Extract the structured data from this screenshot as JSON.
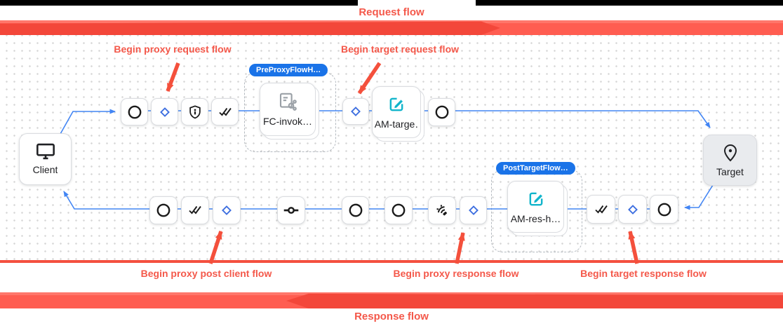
{
  "header": {
    "title": "Request flow"
  },
  "footer": {
    "title": "Response flow"
  },
  "annotations": {
    "proxy_request": "Begin proxy request flow",
    "target_request": "Begin target request flow",
    "proxy_post_client": "Begin proxy post client flow",
    "proxy_response": "Begin proxy response flow",
    "target_response": "Begin target response flow"
  },
  "flow": {
    "client_label": "Client",
    "target_label": "Target",
    "pre_proxy_hook_badge": "PreProxyFlowH…",
    "post_target_hook_badge": "PostTargetFlow…",
    "policies": {
      "fc_invoke": "FC-invok…",
      "am_target": "AM-targe…",
      "am_response": "AM-res-h…"
    },
    "icon_names": [
      "circle-step-icon",
      "flow-diamond-icon",
      "shield-verify-icon",
      "double-check-icon",
      "inline-node-icon",
      "signal-waves-icon",
      "flow-callout-icon",
      "edit-square-icon",
      "monitor-icon",
      "location-pin-icon"
    ]
  },
  "colors": {
    "annotation_red": "#f4584a",
    "band_red": "#ff5d51",
    "band_arrow_red": "#f3473a",
    "badge_blue": "#1a73e8",
    "wire_blue": "#4285f4",
    "diamond_blue": "#3e6fe0",
    "edit_teal": "#12b5cb",
    "node_border": "#dadce0",
    "target_fill": "#e9ebee"
  }
}
